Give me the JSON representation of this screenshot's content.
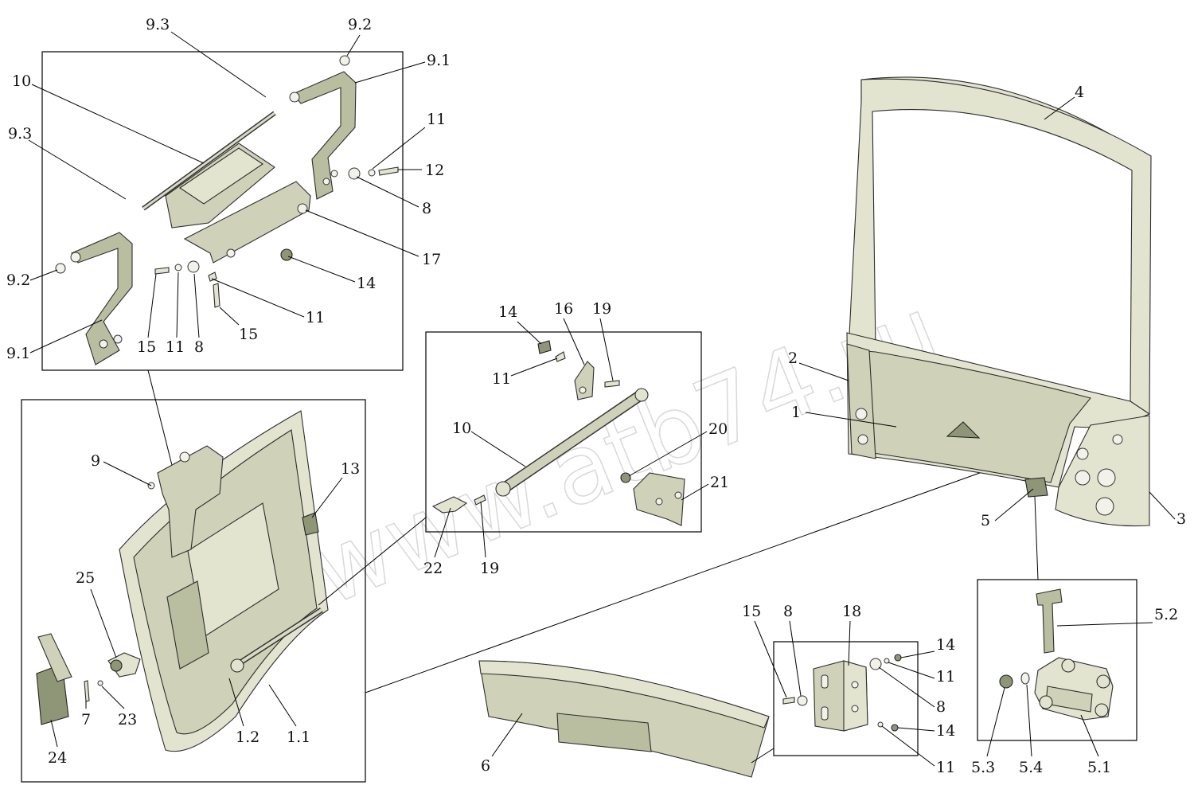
{
  "watermark": "www.atb74.ru",
  "labels": {
    "l_9_3_top": "9.3",
    "l_9_2_top": "9.2",
    "l_10_tl": "10",
    "l_9_1_top": "9.1",
    "l_9_3_left": "9.3",
    "l_11_tl": "11",
    "l_12": "12",
    "l_8_tl": "8",
    "l_17": "17",
    "l_9_2_left": "9.2",
    "l_14_tl": "14",
    "l_11_tl2": "11",
    "l_9_1_left": "9.1",
    "l_15_a": "15",
    "l_11_a": "11",
    "l_8_a": "8",
    "l_15_b": "15",
    "l_14_mid": "14",
    "l_16": "16",
    "l_19_top": "19",
    "l_11_mid": "11",
    "l_10_mid": "10",
    "l_20": "20",
    "l_21": "21",
    "l_22": "22",
    "l_19_bot": "19",
    "l_9_bl": "9",
    "l_13": "13",
    "l_25": "25",
    "l_7": "7",
    "l_23": "23",
    "l_24": "24",
    "l_1_2": "1.2",
    "l_1_1": "1.1",
    "l_4": "4",
    "l_2": "2",
    "l_1": "1",
    "l_3": "3",
    "l_5": "5",
    "l_5_2": "5.2",
    "l_5_3": "5.3",
    "l_5_4": "5.4",
    "l_5_1": "5.1",
    "l_6": "6",
    "l_15_br": "15",
    "l_8_br": "8",
    "l_18": "18",
    "l_14_br1": "14",
    "l_11_br1": "11",
    "l_8_br2": "8",
    "l_14_br2": "14",
    "l_11_br2": "11"
  },
  "palette": {
    "part_light": "#e3e4d0",
    "part_mid": "#cfd2b8",
    "part_dark": "#8f9678",
    "line": "#000000"
  }
}
